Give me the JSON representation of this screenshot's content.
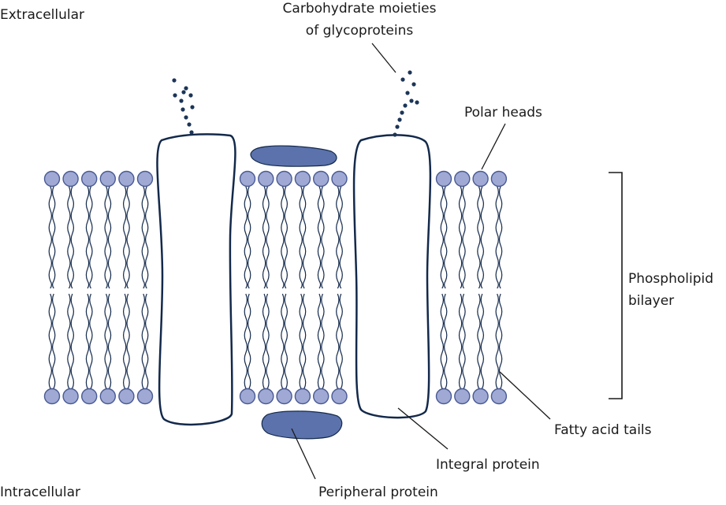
{
  "labels": {
    "extracellular": "Extracellular",
    "intracellular": "Intracellular",
    "carbohydrate_line1": "Carbohydrate moieties",
    "carbohydrate_line2": "of glycoproteins",
    "polar_heads": "Polar heads",
    "phospholipid_line1": "Phospholipid",
    "phospholipid_line2": "bilayer",
    "fatty_acid_tails": "Fatty acid tails",
    "integral_protein": "Integral protein",
    "peripheral_protein": "Peripheral protein"
  },
  "colors": {
    "head_fill": "#9fa9d4",
    "head_stroke": "#4a5a94",
    "peripheral_fill": "#5b72ac",
    "outline": "#13294b",
    "carbohydrate_dot": "#1c3557",
    "leader": "#1a1a1a"
  }
}
